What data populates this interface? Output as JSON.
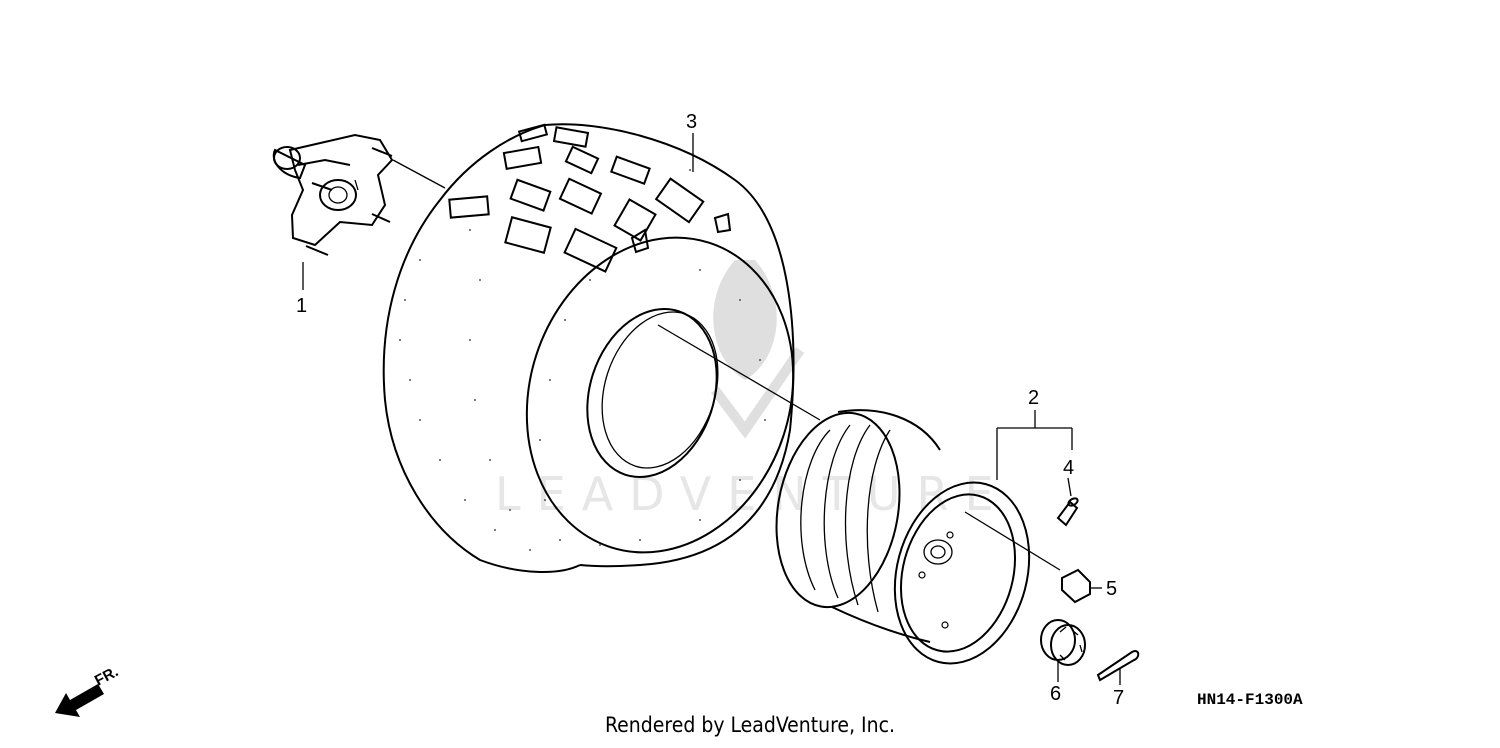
{
  "diagram": {
    "callouts": [
      {
        "id": "1",
        "label": "1"
      },
      {
        "id": "2",
        "label": "2"
      },
      {
        "id": "3",
        "label": "3"
      },
      {
        "id": "4",
        "label": "4"
      },
      {
        "id": "5",
        "label": "5"
      },
      {
        "id": "6",
        "label": "6"
      },
      {
        "id": "7",
        "label": "7"
      }
    ],
    "diagram_code": "HN14-F1300A",
    "direction_label": "FR.",
    "watermark": "LEADVENTURE"
  },
  "footer": {
    "credit": "Rendered by LeadVenture, Inc."
  }
}
